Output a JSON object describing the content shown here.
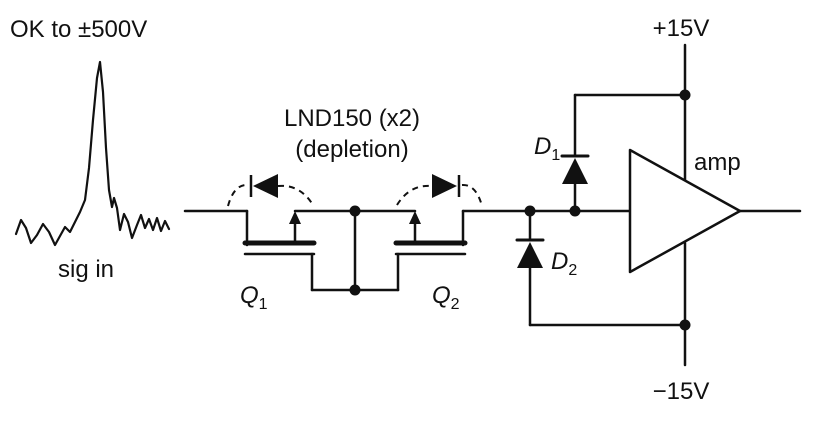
{
  "labels": {
    "ok_to": "OK to ±500V",
    "sig_in": "sig in",
    "part": "LND150 (x2)",
    "mode": "(depletion)",
    "q1": {
      "base": "Q",
      "sub": "1"
    },
    "q2": {
      "base": "Q",
      "sub": "2"
    },
    "d1": {
      "base": "D",
      "sub": "1"
    },
    "d2": {
      "base": "D",
      "sub": "2"
    },
    "rail_pos": "+15V",
    "rail_neg": "−15V",
    "amp": "amp"
  },
  "colors": {
    "ink": "#111111",
    "background": "#ffffff"
  }
}
